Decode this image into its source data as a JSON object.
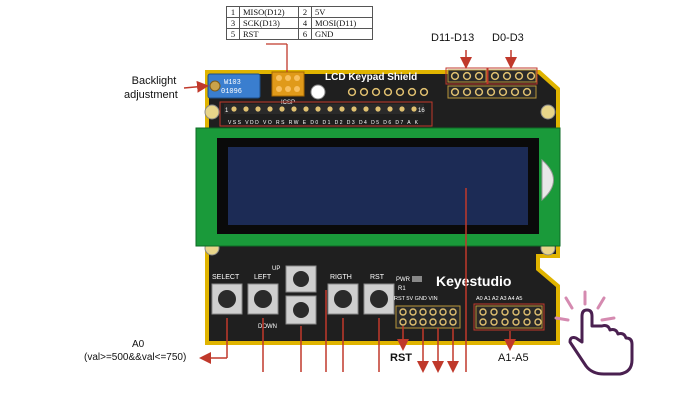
{
  "pin_table": {
    "rows": [
      {
        "n1": "1",
        "s1": "MISO(D12)",
        "n2": "2",
        "s2": "5V"
      },
      {
        "n1": "3",
        "s1": "SCK(D13)",
        "n2": "4",
        "s2": "MOSI(D11)"
      },
      {
        "n1": "5",
        "s1": "RST",
        "n2": "6",
        "s2": "GND"
      }
    ]
  },
  "labels": {
    "d11_d13": "D11-D13",
    "d0_d3": "D0-D3",
    "backlight_line1": "Backlight",
    "backlight_line2": "adjustment",
    "a0_line1": "A0",
    "a0_line2": "(val>=500&&val<=750)",
    "rst": "RST",
    "a1_a5": "A1-A5"
  },
  "board": {
    "title": "LCD Keypad Shield",
    "brand": "Keyestudio",
    "icsp": "ICSP",
    "pot_line1": "W103",
    "pot_line2": "01096",
    "lcd_pin_first": "1",
    "lcd_pin_last": "16",
    "lcd_pin_labels": "VSS VDD VO RS RW E D0 D1 D2 D3 D4 D5 D6 D7 A K",
    "btn_select": "SELECT",
    "btn_left": "LEFT",
    "btn_up": "UP",
    "btn_down": "DOWN",
    "btn_right": "RIGTH",
    "btn_rst": "RST",
    "pwr": "PWR",
    "r1": "R1",
    "power_header": "RST  5V  GND  VIN",
    "analog_header": "A0  A1  A2  A3  A4  A5"
  },
  "colors": {
    "pcb": "#1f1f1f",
    "pcb_yellow_border": "#e0b400",
    "lcd_bezel": "#1a9a3a",
    "lcd_screen": "#1c2b55",
    "arrow": "#c0392b",
    "header_gold": "#b8963a",
    "pot_blue": "#3a7ecf",
    "hand": "#4a2050"
  },
  "icons": {
    "hand": "tap-hand-icon"
  }
}
